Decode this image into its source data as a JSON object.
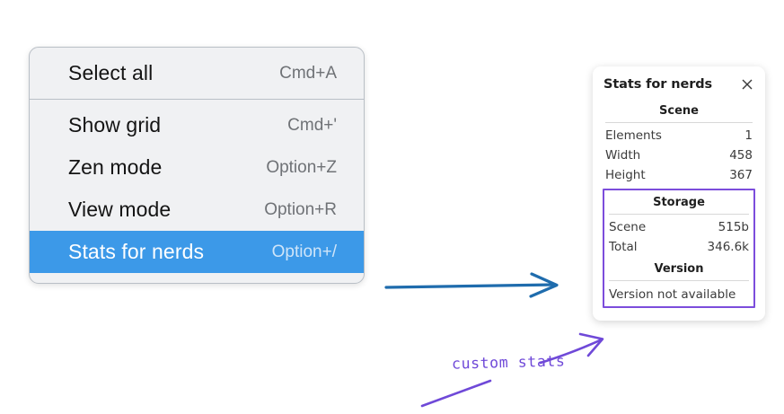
{
  "context_menu": {
    "name": "canvas-context-menu",
    "groups": [
      {
        "items": [
          {
            "label": "Select all",
            "shortcut": "Cmd+A",
            "selected": false
          }
        ]
      },
      {
        "items": [
          {
            "label": "Show grid",
            "shortcut": "Cmd+'",
            "selected": false
          },
          {
            "label": "Zen mode",
            "shortcut": "Option+Z",
            "selected": false
          },
          {
            "label": "View mode",
            "shortcut": "Option+R",
            "selected": false
          },
          {
            "label": "Stats for nerds",
            "shortcut": "Option+/",
            "selected": true
          }
        ]
      }
    ],
    "highlight_color": "#3c99e8",
    "background_color": "#f0f1f3"
  },
  "stats_panel": {
    "title": "Stats for nerds",
    "close_icon": "close-icon",
    "sections": [
      {
        "title": "Scene",
        "rows": [
          {
            "key": "Elements",
            "value": "1"
          },
          {
            "key": "Width",
            "value": "458"
          },
          {
            "key": "Height",
            "value": "367"
          }
        ]
      },
      {
        "title": "Storage",
        "rows": [
          {
            "key": "Scene",
            "value": "515b"
          },
          {
            "key": "Total",
            "value": "346.6k"
          }
        ]
      },
      {
        "title": "Version",
        "note": "Version not available",
        "rows": []
      }
    ],
    "custom_stats_outline_color": "#7c4ddc"
  },
  "annotations": {
    "handwritten_label": "custom stats",
    "handwriting_color": "#6f49d8",
    "blue_arrow_color": "#1f6cad",
    "arrows": [
      {
        "name": "blue-arrow-menu-to-panel",
        "color": "#1f6cad"
      },
      {
        "name": "purple-arrow-to-custom-stats",
        "color": "#6f49d8"
      },
      {
        "name": "purple-underline-stroke",
        "color": "#6f49d8"
      }
    ]
  }
}
